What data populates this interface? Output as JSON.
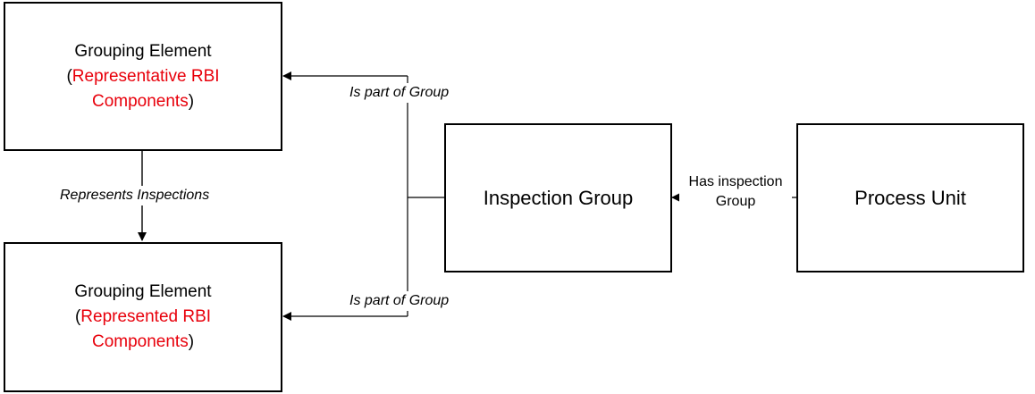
{
  "boxes": {
    "representative": {
      "title": "Grouping Element",
      "open_paren": "(",
      "line1": "Representative RBI",
      "line2": "Components",
      "close_paren": ")"
    },
    "represented": {
      "title": "Grouping Element",
      "open_paren": "(",
      "line1": "Represented RBI",
      "line2": "Components",
      "close_paren": ")"
    },
    "inspection_group": {
      "title": "Inspection Group"
    },
    "process_unit": {
      "title": "Process Unit"
    }
  },
  "edges": {
    "represents_inspections": "Represents Inspections",
    "is_part_of_group_top": "Is part of Group",
    "is_part_of_group_bottom": "Is part of Group",
    "has_inspection_line1": "Has inspection",
    "has_inspection_line2": "Group"
  },
  "colors": {
    "highlight": "#e8000b",
    "line": "#000000"
  }
}
